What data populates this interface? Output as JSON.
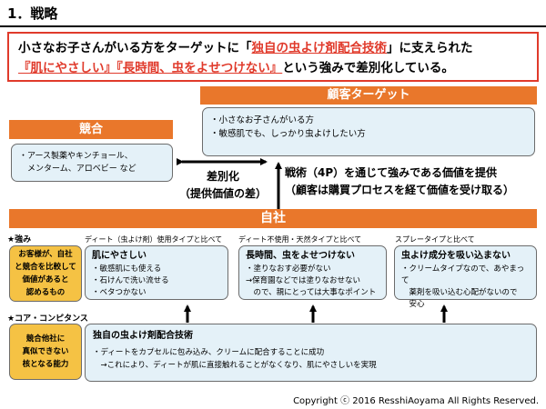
{
  "title": "1．戦略",
  "summary": {
    "line1_prefix": "小さなお子さんがいる方をターゲットに「",
    "line1_highlight": "独自の虫よけ剤配合技術",
    "line1_suffix": "」に支えられた",
    "line2_highlight": "『肌にやさしい』『長時間、虫をよせつけない』",
    "line2_suffix": "という強みで差別化している。"
  },
  "customer": {
    "header": "顧客ターゲット",
    "items": [
      "・小さなお子さんがいる方",
      "・敏感肌でも、しっかり虫よけしたい方"
    ]
  },
  "competitor": {
    "header": "競合",
    "items": [
      "・アース製薬やキンチョール、",
      "　メンターム、アロベビー など"
    ]
  },
  "differentiation": {
    "line1": "差別化",
    "line2": "（提供価値の差）"
  },
  "value_proposition": {
    "line1": "戦術（4P）を通じて強みである価値を提供",
    "line2": "（顧客は購買プロセスを経て価値を受け取る）"
  },
  "company": {
    "header": "自社"
  },
  "strength_section": {
    "label": "★強み",
    "yellow_text": [
      "お客様が、自社",
      "と競合を比較して",
      "価値があると",
      "認めるもの"
    ],
    "columns": [
      {
        "comparison": "ディート（虫よけ剤）使用タイプと比べて",
        "title": "肌にやさしい",
        "items": [
          "・敏感肌にも使える",
          "・石けんで洗い流せる",
          "・ベタつかない"
        ]
      },
      {
        "comparison": "ディート不使用・天然タイプと比べて",
        "title": "長時間、虫をよせつけない",
        "items": [
          "・塗りなおす必要がない",
          "→保育園などでは塗りなおせない",
          "　ので、親にとっては大事なポイント"
        ]
      },
      {
        "comparison": "スプレータイプと比べて",
        "title": "虫よけ成分を吸い込まない",
        "items": [
          "・クリームタイプなので、あやまって",
          "　薬剤を吸い込む心配がないので",
          "　安心"
        ]
      }
    ]
  },
  "core_section": {
    "label": "★コア・コンピタンス",
    "yellow_text": [
      "競合他社に",
      "真似できない",
      "核となる能力"
    ],
    "title": "独自の虫よけ剤配合技術",
    "items": [
      "・ディートをカプセルに包み込み、クリームに配合することに成功",
      "　→これにより、ディートが肌に直接触れることがなくなり、肌にやさしいを実現"
    ]
  },
  "copyright": "Copyright ⓒ 2016 ResshiAoyama All Rights Reserved.",
  "colors": {
    "orange": "#e9772b",
    "light_blue": "#e4f1f8",
    "yellow": "#f5c244",
    "red": "#e03a2b"
  }
}
